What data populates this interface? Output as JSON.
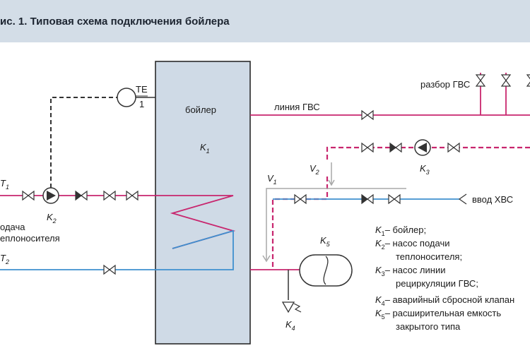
{
  "header": {
    "title": "ис. 1. Типовая схема подключения бойлера"
  },
  "labels": {
    "boiler": "бойлер",
    "k1_main": "K",
    "k1_sub": "1",
    "dhw_line": "линия ГВС",
    "dhw_draw": "разбор ГВС",
    "cold_inlet": "ввод ХВС",
    "te_top": "TE",
    "te_bottom": "1",
    "supply_line1": "одача",
    "supply_line2": "еплоносителя",
    "t1_main": "T",
    "t1_sub": "1",
    "t2_main": "T",
    "t2_sub": "2",
    "k2_main": "K",
    "k2_sub": "2",
    "k3_main": "K",
    "k3_sub": "3",
    "k4_main": "K",
    "k4_sub": "4",
    "k5_main": "K",
    "k5_sub": "5",
    "v1_main": "V",
    "v1_sub": "1",
    "v2_main": "V",
    "v2_sub": "2"
  },
  "legend": [
    {
      "key": "K",
      "sub": "1",
      "lines": [
        "– бойлер;"
      ]
    },
    {
      "key": "K",
      "sub": "2",
      "lines": [
        "– насос подачи",
        "теплоносителя;"
      ]
    },
    {
      "key": "K",
      "sub": "3",
      "lines": [
        "– насос линии",
        "рециркуляции ГВС;"
      ]
    },
    {
      "key": "K",
      "sub": "4",
      "lines": [
        "– аварийный сбросной клапан"
      ]
    },
    {
      "key": "K",
      "sub": "5",
      "lines": [
        "– расширительная емкость",
        "закрытого типа"
      ]
    }
  ],
  "colors": {
    "header_bg": "#d3dde7",
    "boiler_fill": "#cfdae6",
    "hot_line": "#c8266e",
    "cold_line": "#3f90cf",
    "recirc_line": "#c8266e",
    "grey_line": "#a8a8a8",
    "dark": "#333333"
  }
}
